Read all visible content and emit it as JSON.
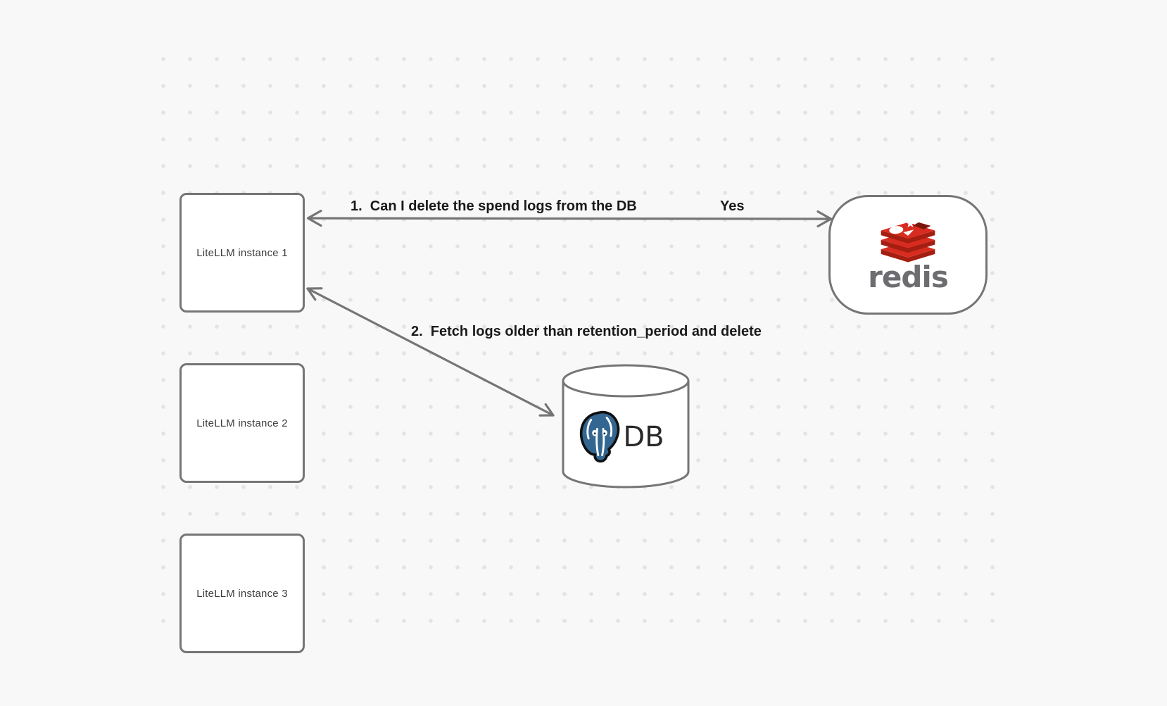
{
  "colors": {
    "background": "#f8f8f8",
    "dot": "#e3e3e3",
    "stroke": "#757575",
    "edge_label_text": "#1a1a1a",
    "node_label_text": "#3c3c3c",
    "redis_red": "#d82c20",
    "redis_dark_red": "#a41e11",
    "redis_cube": "#7a150c",
    "redis_wordmark_gray": "#6d6d71",
    "postgres_blue": "#336791",
    "db_text": "#2a2a2a"
  },
  "nodes": {
    "instance1": {
      "label": "LiteLLM instance 1"
    },
    "instance2": {
      "label": "LiteLLM instance 2"
    },
    "instance3": {
      "label": "LiteLLM instance 3"
    },
    "redis": {
      "wordmark": "redis"
    },
    "db": {
      "label": "DB"
    }
  },
  "edges": {
    "edge1": {
      "label": "1.  Can I delete the spend logs from the DB",
      "answer": "Yes"
    },
    "edge2": {
      "label": "2.  Fetch logs older than retention_period and delete"
    }
  }
}
